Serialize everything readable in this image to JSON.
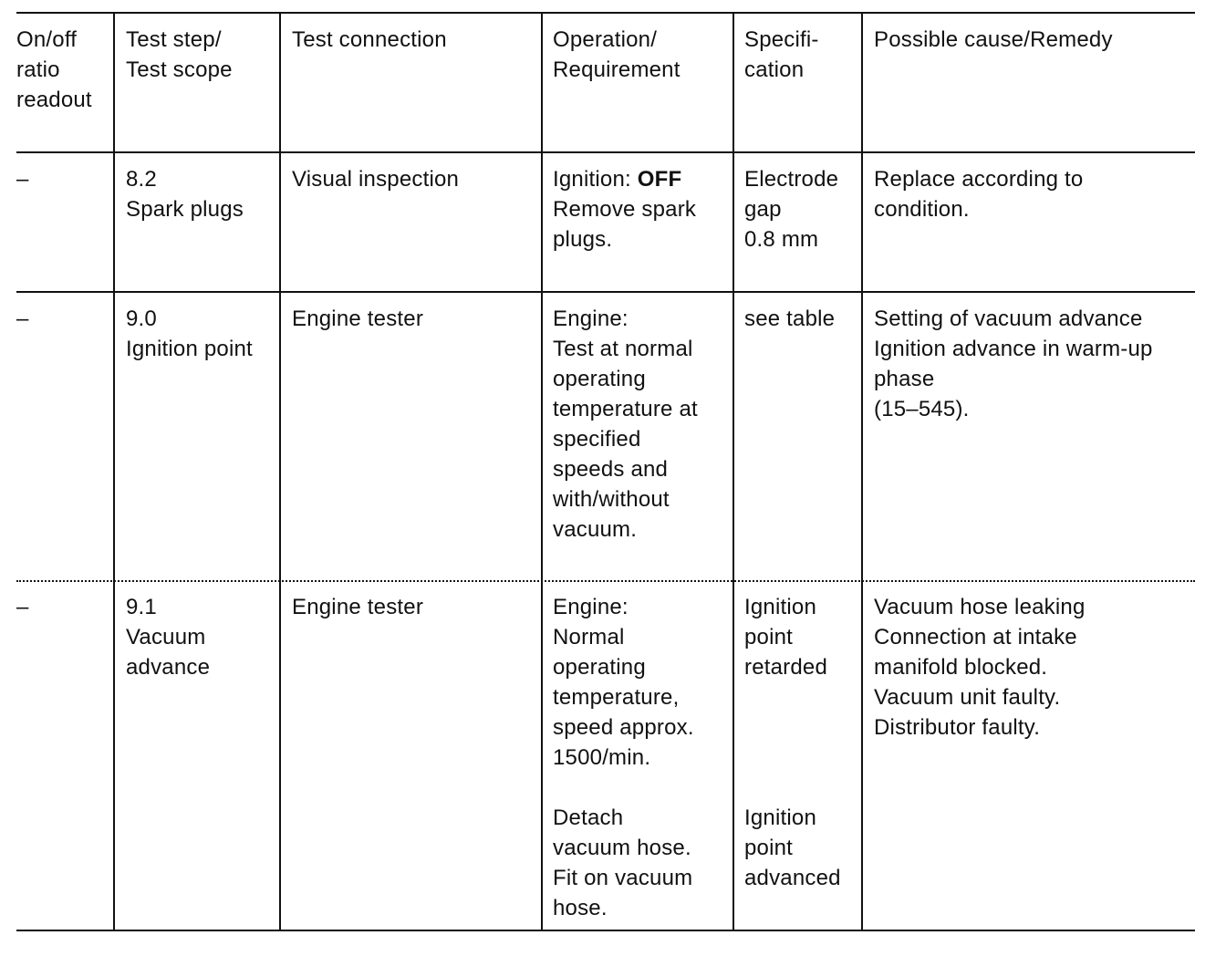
{
  "header": {
    "col1": "On/off\nratio\nreadout",
    "col2": "Test step/\nTest scope",
    "col3": "Test connection",
    "col4": "Operation/\nRequirement",
    "col5": "Specifi-\ncation",
    "col6": "Possible cause/Remedy"
  },
  "rows": [
    {
      "readout": "–",
      "step": "8.2\nSpark plugs",
      "connection": "Visual inspection",
      "operation_prefix": "Ignition: ",
      "operation_bold": "OFF",
      "operation_rest": "Remove spark\nplugs.",
      "specification": "Electrode\ngap\n0.8 mm",
      "remedy": "Replace according to\ncondition."
    },
    {
      "readout": "–",
      "step": "9.0\nIgnition point",
      "connection": "Engine tester",
      "operation": "Engine:\nTest at normal\noperating\ntemperature at\nspecified\nspeeds and\nwith/without\nvacuum.",
      "specification": "see table",
      "remedy": "Setting of vacuum advance\nIgnition advance in warm-up\nphase\n(15–545)."
    },
    {
      "readout": "–",
      "step": "9.1\nVacuum\nadvance",
      "connection": "Engine tester",
      "operation_a": "Engine:\nNormal\noperating\ntemperature,\nspeed approx.\n1500/min.",
      "operation_b": "Detach\nvacuum hose.\nFit on vacuum\nhose.",
      "specification_a": "Ignition\npoint\nretarded",
      "specification_b": "Ignition\npoint\nadvanced",
      "remedy": "Vacuum hose leaking\nConnection at intake\nmanifold blocked.\nVacuum unit faulty.\nDistributor faulty."
    }
  ]
}
